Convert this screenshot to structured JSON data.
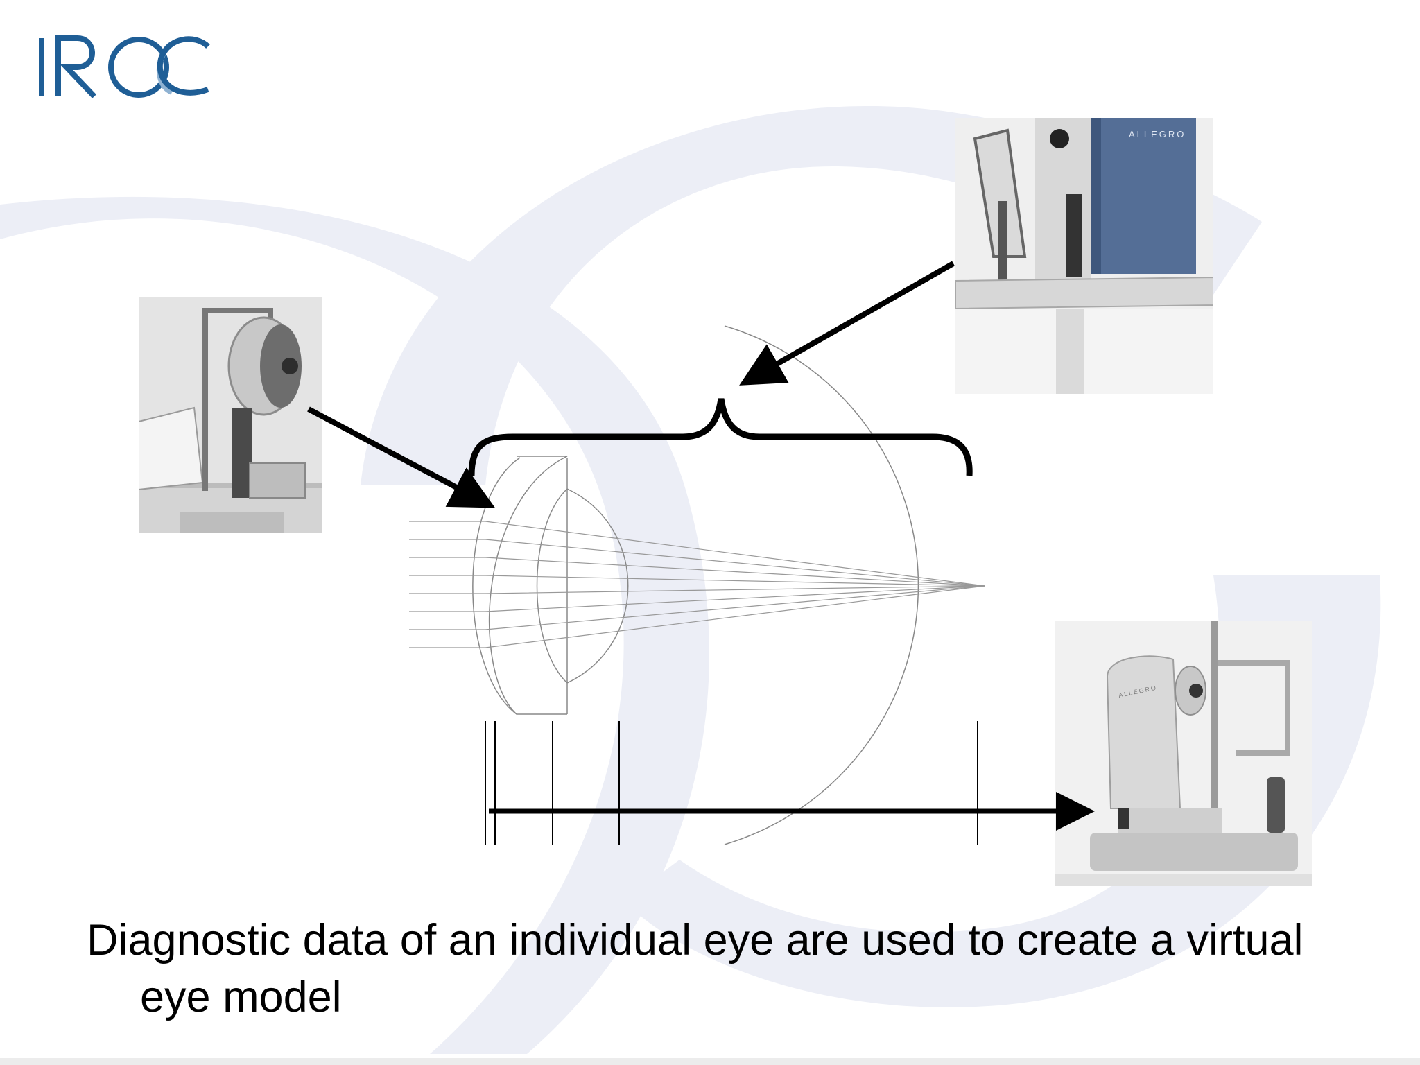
{
  "logo": {
    "text": "IROC",
    "color": "#1f5e96"
  },
  "caption": "Diagnostic data of an individual eye are used to create a virtual eye model",
  "devices": [
    {
      "name": "topographer",
      "icon": "topography-device"
    },
    {
      "name": "wavefront-analyzer",
      "icon": "analyzer-device",
      "brand_label": "ALLEGRO"
    },
    {
      "name": "biometer",
      "icon": "biometer-device",
      "brand_label": "ALLEGRO"
    }
  ],
  "colors": {
    "background_arc": "#e9ebf4",
    "arrow": "#000000",
    "line": "#777777"
  }
}
